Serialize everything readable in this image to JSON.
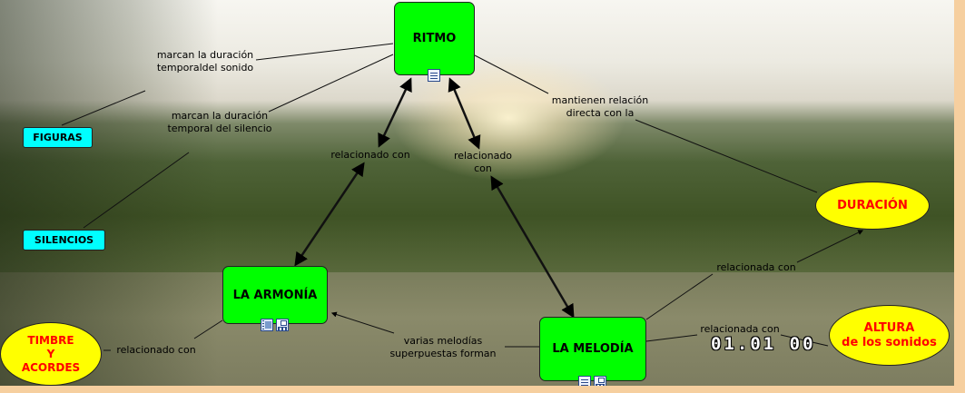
{
  "concepts": {
    "ritmo": "RITMO",
    "armonia": "LA ARMONÍA",
    "melodia": "LA MELODÍA",
    "figuras": "FIGURAS",
    "silencios": "SILENCIOS",
    "duracion": "DURACIÓN",
    "timbre": [
      "TIMBRE",
      "Y",
      "ACORDES"
    ],
    "altura": [
      "ALTURA",
      "de los sonidos"
    ]
  },
  "links": {
    "marcan_sonido": [
      "marcan la duración",
      "temporaldel sonido"
    ],
    "marcan_silencio": [
      "marcan la duración",
      "temporal del silencio"
    ],
    "mantienen": [
      "mantienen  relación",
      "directa con la"
    ],
    "relacionado_con_izq": "relacionado con",
    "relacionado_con_der": [
      "relacionado",
      "con"
    ],
    "relacionada_duracion": "relacionada con",
    "relacionada_altura": "relacionada con",
    "varias_melodias": [
      "varias melodías",
      "superpuestas forman"
    ],
    "relacionado_timbre": "relacionado con"
  },
  "overlay": {
    "timestamp": "01.01 00"
  },
  "icons": {
    "ritmo": [
      "document-icon"
    ],
    "armonia": [
      "film-icon",
      "concept-map-icon"
    ],
    "melodia": [
      "document-icon",
      "concept-map-icon"
    ]
  },
  "colors": {
    "concept_green": "#00ff00",
    "concept_cyan": "#00ffff",
    "concept_yellow": "#ffff00",
    "ellipse_text": "#ff0000",
    "frame": "#f6cf9f"
  }
}
